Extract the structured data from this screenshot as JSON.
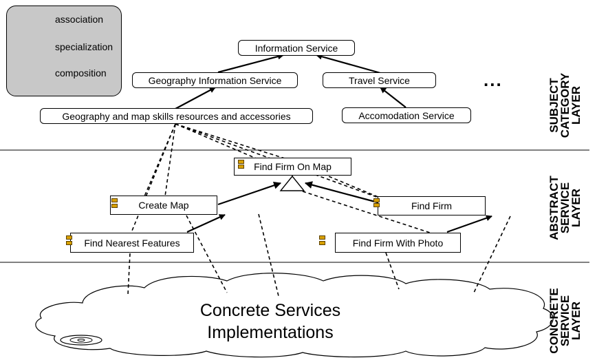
{
  "legend": {
    "association": "association",
    "specialization": "specialization",
    "composition": "composition"
  },
  "nodes": {
    "information_service": "Information Service",
    "geography_information_service": "Geography Information Service",
    "travel_service": "Travel Service",
    "geography_map_skills": "Geography and map skills resources and accessories",
    "accomodation_service": "Accomodation Service",
    "find_firm_on_map": "Find Firm On Map",
    "create_map": "Create Map",
    "find_firm": "Find Firm",
    "find_nearest_features": "Find Nearest Features",
    "find_firm_with_photo": "Find Firm With Photo"
  },
  "ellipsis": "...",
  "cloud": {
    "line1": "Concrete Services",
    "line2": "Implementations"
  },
  "layers": {
    "subject": [
      "SUBJECT",
      "CATEGORY",
      "LAYER"
    ],
    "abstract": [
      "ABSTRACT",
      "SERVICE",
      "LAYER"
    ],
    "concrete": [
      "CONCRETE",
      "SERVICE",
      "LAYER"
    ]
  },
  "colors": {
    "legend_bg": "#c8c8c8",
    "component_icon": "#d8a000",
    "line": "#000000"
  }
}
